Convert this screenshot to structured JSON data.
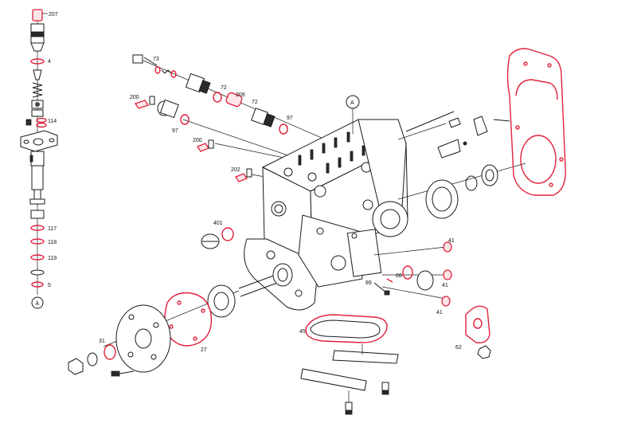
{
  "colors": {
    "gasket_red": "#e0203a",
    "line_ink": "#1a1a1a",
    "background": "#ffffff"
  },
  "callout_marker": "A",
  "labels": {
    "p207": "207",
    "p4": "4",
    "p114": "114",
    "p117": "117",
    "p118": "118",
    "p119": "119",
    "p5": "5",
    "p73": "73",
    "p72a": "72",
    "p209": "209",
    "p72b": "72",
    "p97a": "97",
    "p200a": "200",
    "p97b": "97",
    "p200b": "200",
    "p202": "202",
    "p401": "401",
    "p41a": "41",
    "p41b": "41",
    "p41c": "41",
    "p68": "68",
    "p89": "89",
    "p62": "62",
    "p45": "45",
    "p31": "31",
    "p27": "27"
  }
}
